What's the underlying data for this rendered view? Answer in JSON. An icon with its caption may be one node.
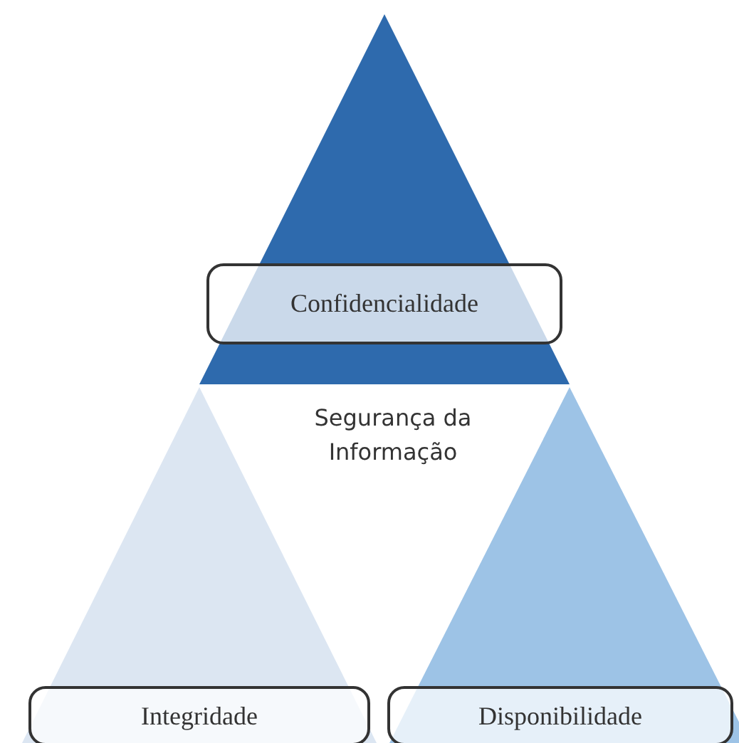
{
  "diagram": {
    "nodes": [
      {
        "text": [
          "Confidencialidade"
        ]
      },
      {
        "text": [
          "Integridade"
        ]
      },
      {
        "text": [
          "Disponibilidade"
        ]
      }
    ],
    "labels": [
      "Segurança da Informação"
    ]
  }
}
